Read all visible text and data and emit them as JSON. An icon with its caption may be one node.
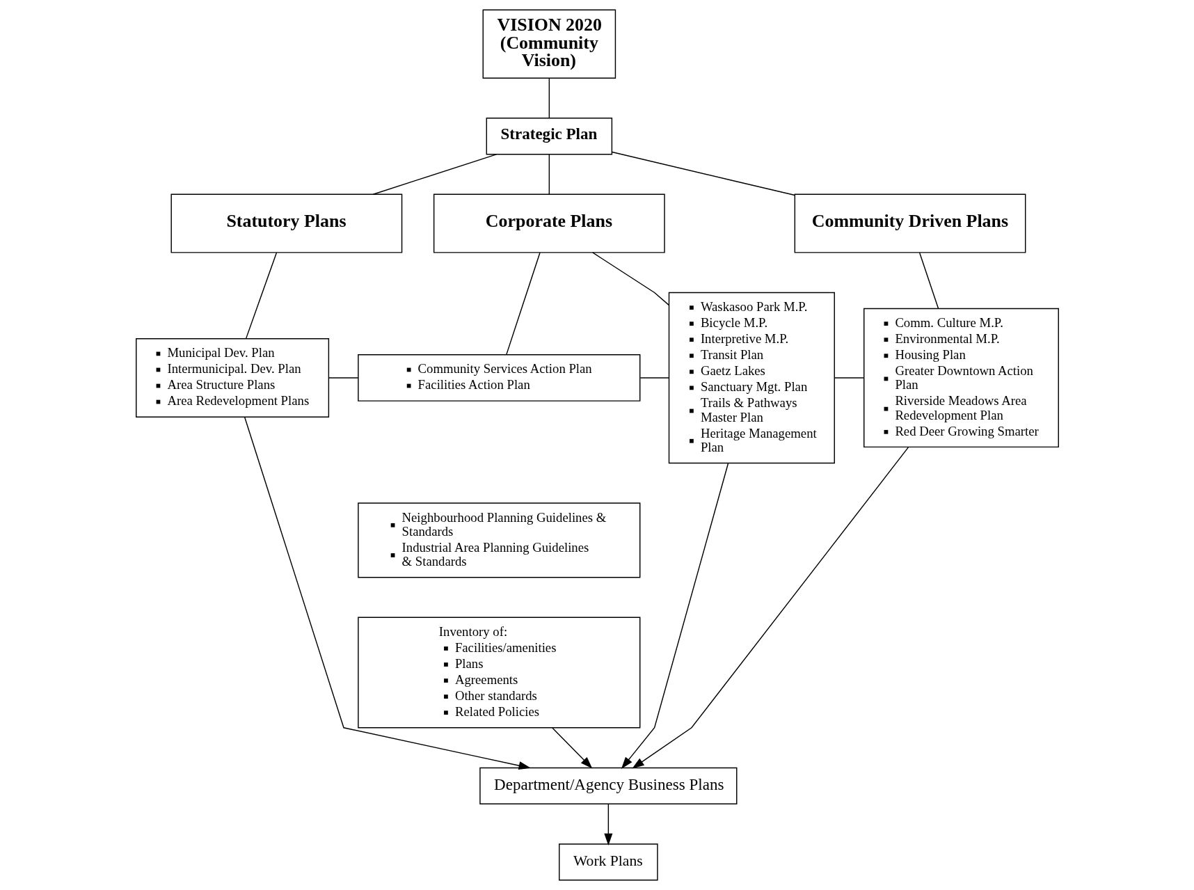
{
  "diagram": {
    "nodes": [
      {
        "text": [
          "VISION 2020 (Community Vision)"
        ]
      },
      {
        "text": [
          "Strategic Plan"
        ]
      },
      {
        "text": [
          "Statutory Plans"
        ]
      },
      {
        "text": [
          "Corporate Plans"
        ]
      },
      {
        "text": [
          "Community Driven Plans"
        ]
      },
      {
        "text": [
          "Municipal Dev. Plan",
          "Intermunicipal. Dev. Plan",
          "Area Structure Plans",
          "Area Redevelopment Plans"
        ]
      },
      {
        "text": [
          "Community Services Action Plan",
          "Facilities Action Plan"
        ]
      },
      {
        "text": [
          "Neighbourhood Planning Guidelines & Standards",
          "Industrial Area Planning Guidelines & Standards"
        ]
      },
      {
        "text": [
          "Inventory of:",
          "Facilities/amenities",
          "Plans",
          "Agreements",
          "Other standards",
          "Related Policies"
        ]
      },
      {
        "text": [
          "Waskasoo Park M.P.",
          "Bicycle M.P.",
          "Interpretive M.P.",
          "Transit Plan",
          "Gaetz Lakes",
          "Sanctuary Mgt. Plan",
          "Trails & Pathways Master Plan",
          "Heritage Management Plan"
        ]
      },
      {
        "text": [
          "Comm. Culture M.P.",
          "Environmental M.P.",
          "Housing Plan",
          "Greater Downtown Action Plan",
          "Riverside Meadows Area Redevelopment Plan",
          "Red Deer Growing Smarter"
        ]
      },
      {
        "text": [
          "Department/Agency Business Plans"
        ]
      },
      {
        "text": [
          "Work Plans"
        ]
      }
    ],
    "edges": [
      {
        "from": 0,
        "to": 1,
        "arrow": "none"
      },
      {
        "from": 1,
        "to": 2,
        "arrow": "none"
      },
      {
        "from": 1,
        "to": 3,
        "arrow": "none"
      },
      {
        "from": 1,
        "to": 4,
        "arrow": "none"
      },
      {
        "from": 2,
        "to": 5,
        "arrow": "none"
      },
      {
        "from": 3,
        "to": 6,
        "arrow": "none"
      },
      {
        "from": 3,
        "to": 9,
        "arrow": "none"
      },
      {
        "from": 4,
        "to": 10,
        "arrow": "none"
      },
      {
        "from": 5,
        "to": 6,
        "arrow": "none"
      },
      {
        "from": 6,
        "to": 9,
        "arrow": "none"
      },
      {
        "from": 9,
        "to": 10,
        "arrow": "none"
      },
      {
        "from": 5,
        "to": 11,
        "arrow": "to"
      },
      {
        "from": 8,
        "to": 11,
        "arrow": "to"
      },
      {
        "from": 9,
        "to": 11,
        "arrow": "to"
      },
      {
        "from": 10,
        "to": 11,
        "arrow": "to"
      },
      {
        "from": 11,
        "to": 12,
        "arrow": "to"
      }
    ]
  }
}
